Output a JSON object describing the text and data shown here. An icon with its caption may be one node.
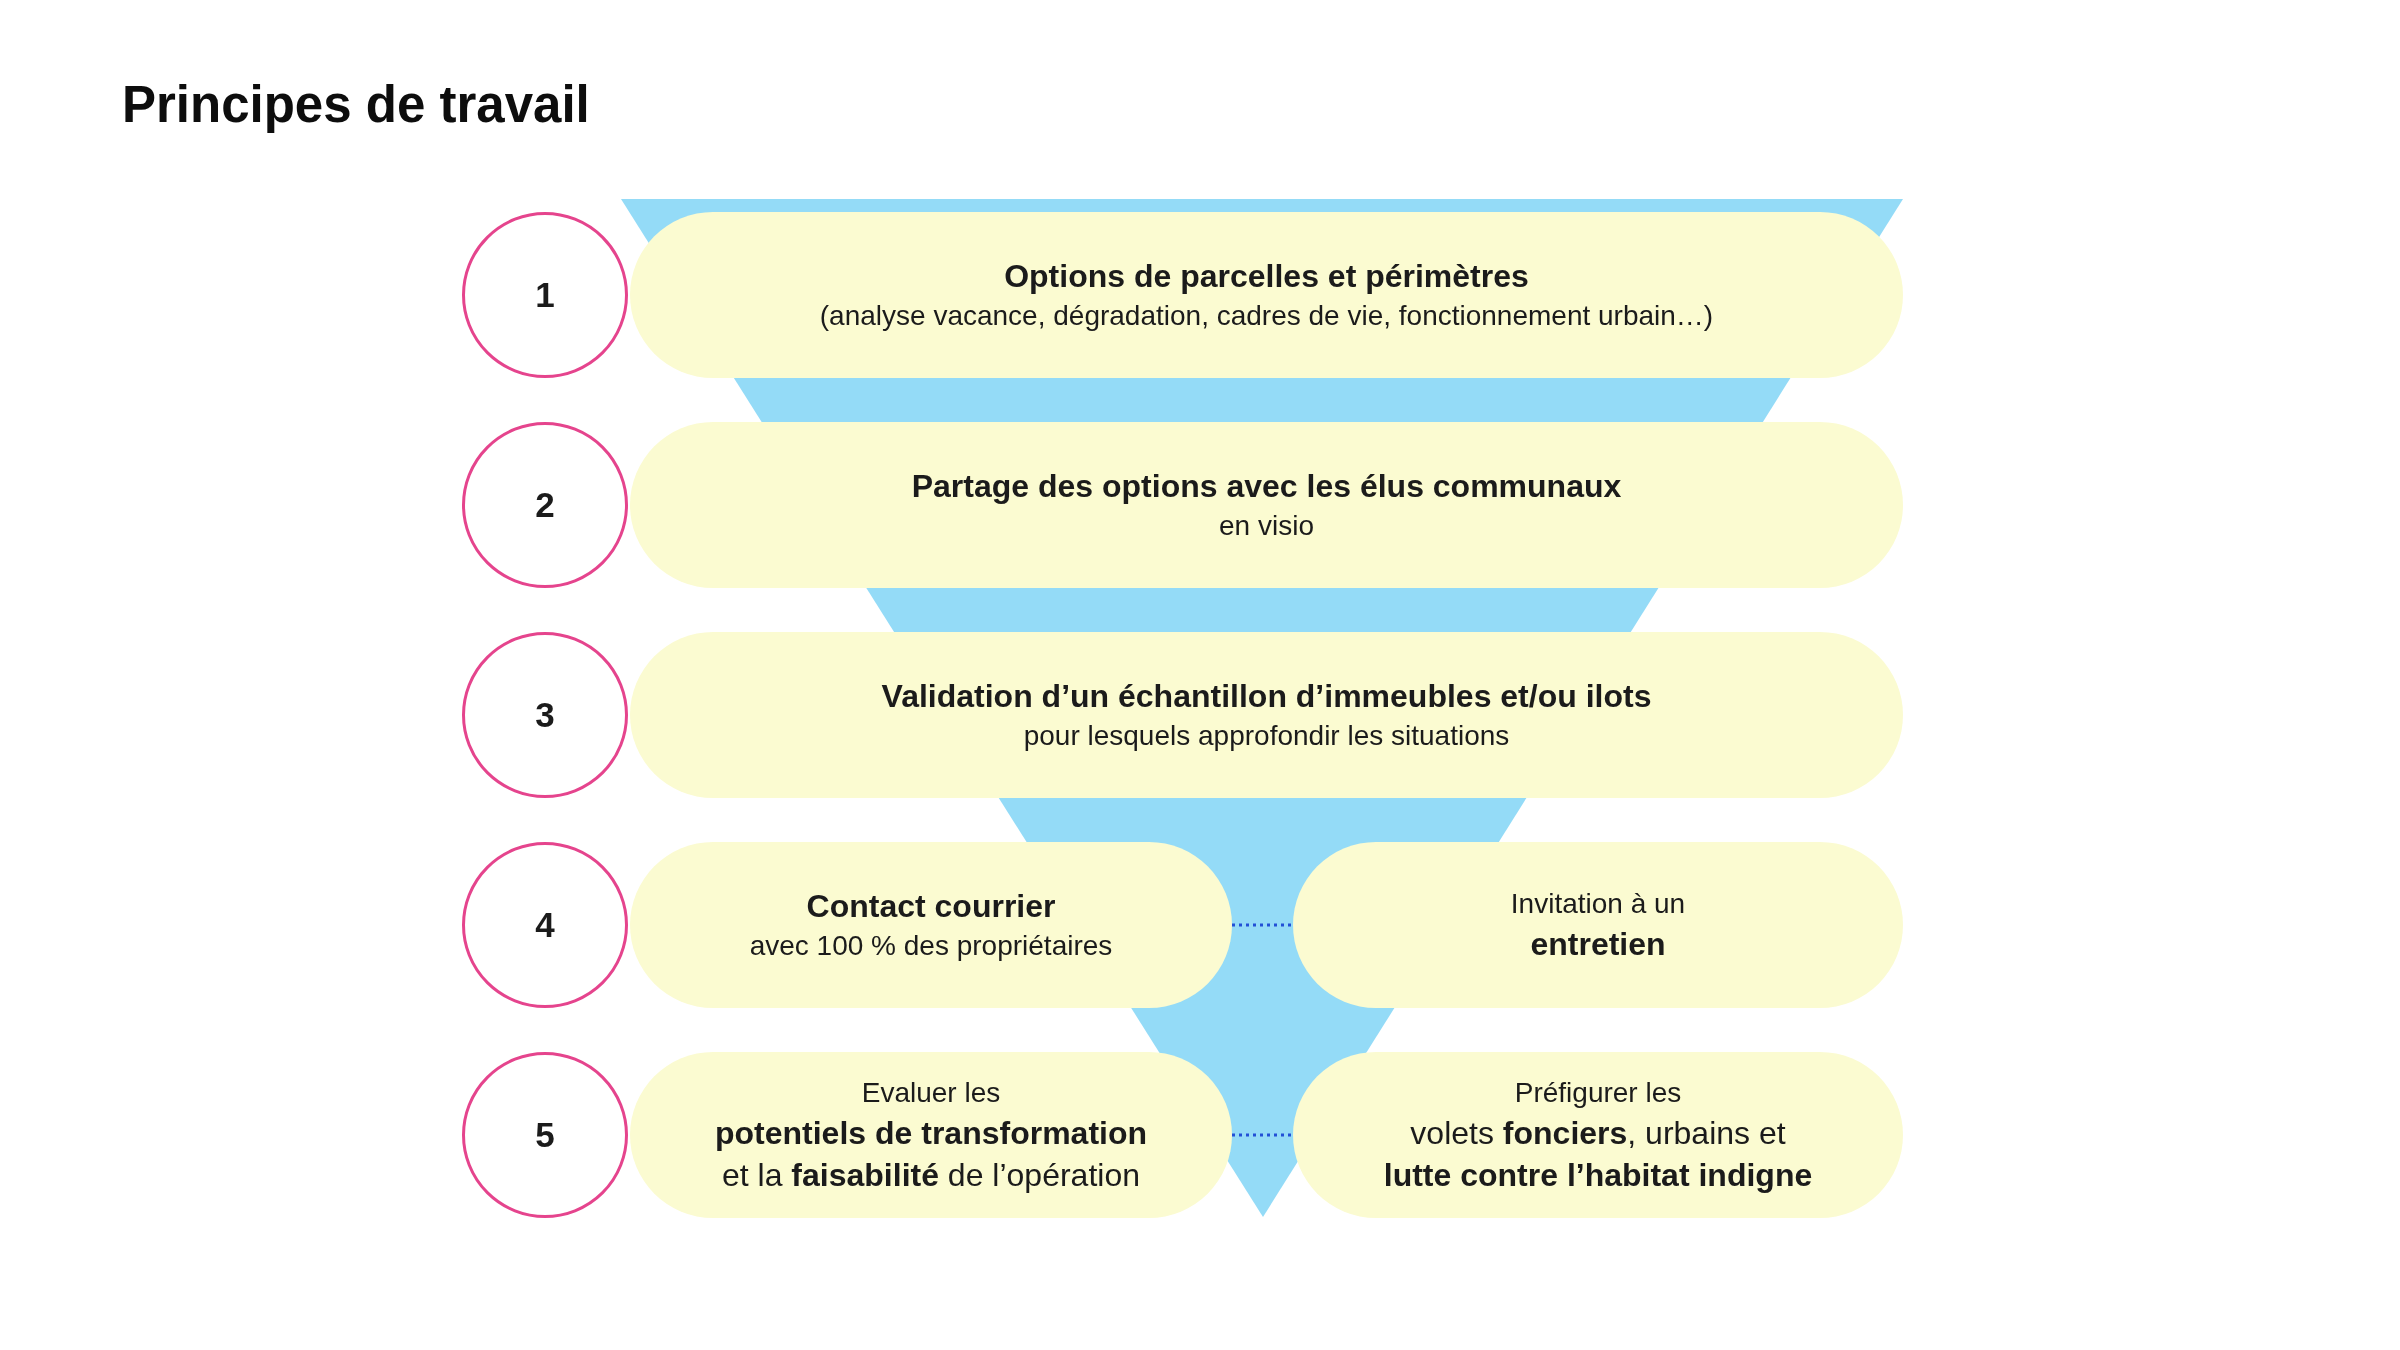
{
  "diagram": {
    "title": "Principes de travail",
    "nodes": [
      {
        "text": [
          "1"
        ]
      },
      {
        "text": [
          "Options de parcelles et périmètres",
          "(analyse vacance, dégradation, cadres de vie, fonctionnement urbain…)"
        ]
      },
      {
        "text": [
          "2"
        ]
      },
      {
        "text": [
          "Partage des options avec les élus communaux",
          "en visio"
        ]
      },
      {
        "text": [
          "3"
        ]
      },
      {
        "text": [
          "Validation d’un échantillon d’immeubles et/ou ilots",
          "pour lesquels approfondir les situations"
        ]
      },
      {
        "text": [
          "4"
        ]
      },
      {
        "text": [
          "Contact courrier",
          "avec 100 % des propriétaires"
        ]
      },
      {
        "text": [
          "Invitation à un",
          "entretien"
        ]
      },
      {
        "text": [
          "5"
        ]
      },
      {
        "text": [
          "Evaluer les",
          "**potentiels de transformation** et la **faisabilité** de l’opération"
        ]
      },
      {
        "text": [
          "Préfigurer les",
          "volets **fonciers**, urbains et **lutte contre l’habitat indigne**"
        ]
      }
    ],
    "edges": [
      {
        "from": 7,
        "to": 8,
        "arrow": "none",
        "style": "dashed"
      },
      {
        "from": 10,
        "to": 11,
        "arrow": "none",
        "style": "dashed"
      }
    ]
  }
}
